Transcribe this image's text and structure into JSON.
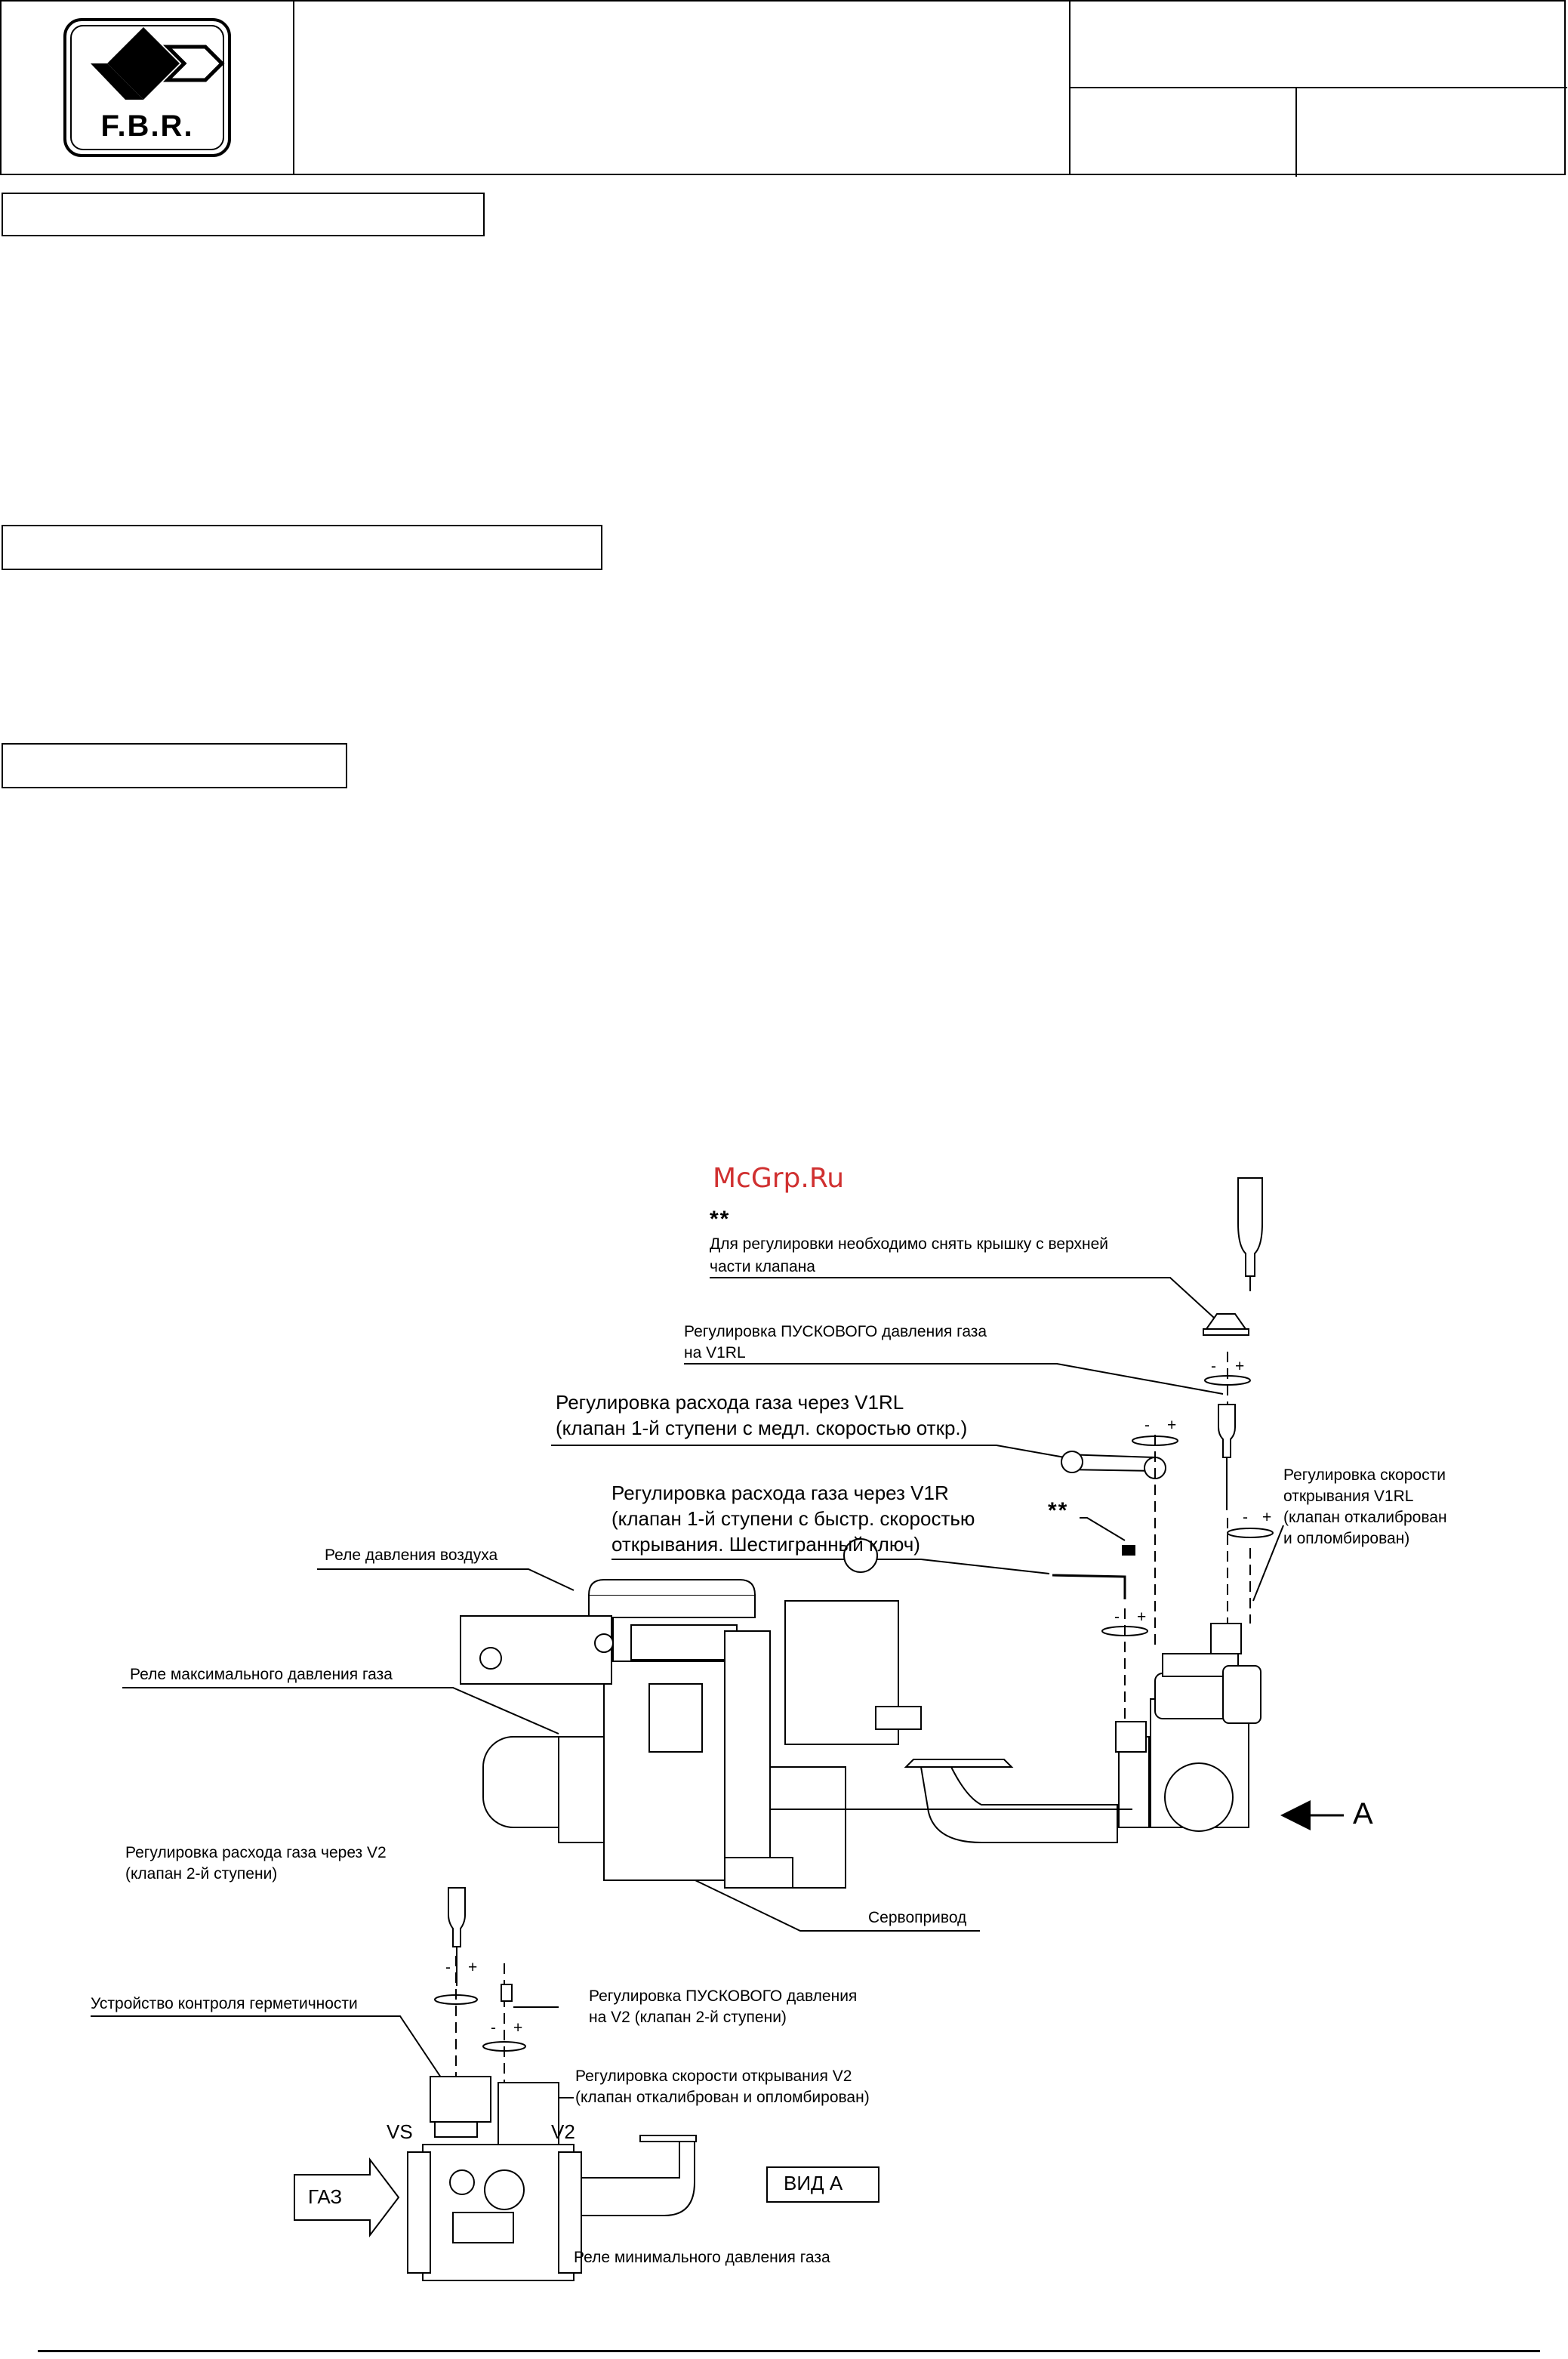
{
  "header": {
    "logo_text": "F.B.R."
  },
  "watermark": "McGrp.Ru",
  "diagram": {
    "note_stars": "**",
    "note": [
      "Для регулировки необходимо снять крышку с верхней",
      "части клапана"
    ],
    "start_pressure_v1rl": [
      "Регулировка ПУСКОВОГО давления газа",
      "на V1RL"
    ],
    "flow_v1rl": [
      "Регулировка расхода газа через V1RL",
      "(клапан 1-й ступени с медл. скоростью откр.)"
    ],
    "flow_v1r": [
      "Регулировка расхода газа через V1R",
      "(клапан 1-й ступени с быстр. скоростью",
      "открывания. Шестигранный ключ)"
    ],
    "stars2": "**",
    "speed_v1rl": [
      "Регулировка скорости",
      "открывания V1RL",
      "(клапан откалиброван",
      "и опломбирован)"
    ],
    "air_pressure": "Реле давления воздуха",
    "max_gas_pressure": "Реле максимального давления газа",
    "arrow_a": "A",
    "flow_v2": [
      "Регулировка расхода газа через V2",
      "(клапан 2-й ступени)"
    ],
    "servo": "Сервопривод",
    "tightness": "Устройство контроля герметичности",
    "start_pressure_v2": [
      "Регулировка ПУСКОВОГО давления",
      "на V2 (клапан 2-й ступени)"
    ],
    "speed_v2": [
      "Регулировка скорости открывания V2",
      "(клапан откалиброван и опломбирован)"
    ],
    "vs": "VS",
    "v2": "V2",
    "gas": "ГАЗ",
    "view_a": "ВИД   А",
    "min_gas_pressure": "Реле минимального давления газа",
    "minus": "-",
    "plus": "+"
  }
}
